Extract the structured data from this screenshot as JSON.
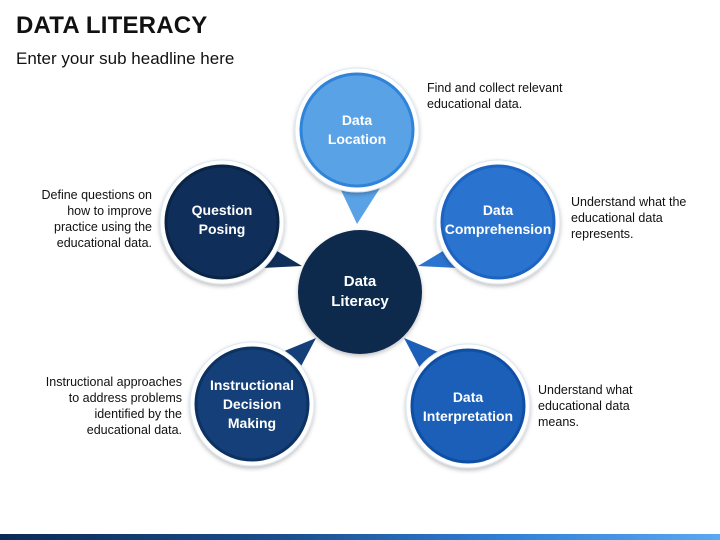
{
  "title": "DATA LITERACY",
  "subtitle": "Enter your sub headline here",
  "center": {
    "label_line1": "Data",
    "label_line2": "Literacy",
    "color": "#0d2a4d"
  },
  "nodes": [
    {
      "id": "location",
      "lines": [
        "Data",
        "Location"
      ],
      "description": "Find and collect relevant\neducational data.",
      "fill": "#5aa2e6",
      "ring": "#2f83d8"
    },
    {
      "id": "comprehension",
      "lines": [
        "Data",
        "Comprehension"
      ],
      "description": "Understand what the\neducational data\nrepresents.",
      "fill": "#2a73cf",
      "ring": "#1c63c2"
    },
    {
      "id": "interpretation",
      "lines": [
        "Data",
        "Interpretation"
      ],
      "description": "Understand what\neducational data\nmeans.",
      "fill": "#1b5fb8",
      "ring": "#0f4fa3"
    },
    {
      "id": "decision",
      "lines": [
        "Instructional",
        "Decision",
        "Making"
      ],
      "description": "Instructional approaches\nto address problems\nidentified by the\neducational data.",
      "fill": "#143f78",
      "ring": "#0c3264"
    },
    {
      "id": "question",
      "lines": [
        "Question",
        "Posing"
      ],
      "description": "Define questions on\nhow to improve\npractice using the\neducational data.",
      "fill": "#0f2f5a",
      "ring": "#0a2448"
    }
  ]
}
